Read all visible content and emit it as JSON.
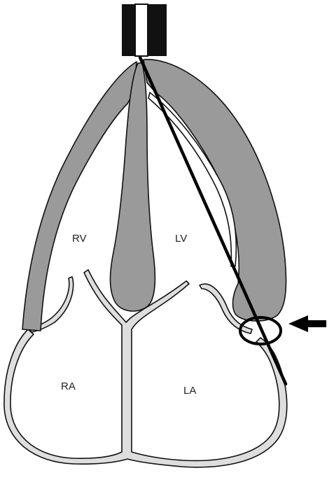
{
  "labels": {
    "rv": "RV",
    "lv": "LV",
    "ra": "RA",
    "la": "LA"
  },
  "colors": {
    "myocardium": "#9a9a9a",
    "atrial_wall": "#dedede",
    "outline": "#111111",
    "background": "#ffffff"
  },
  "icons": {
    "transducer": "transducer-icon",
    "pointer": "arrow-left-icon",
    "highlight": "circle-marker-icon"
  }
}
